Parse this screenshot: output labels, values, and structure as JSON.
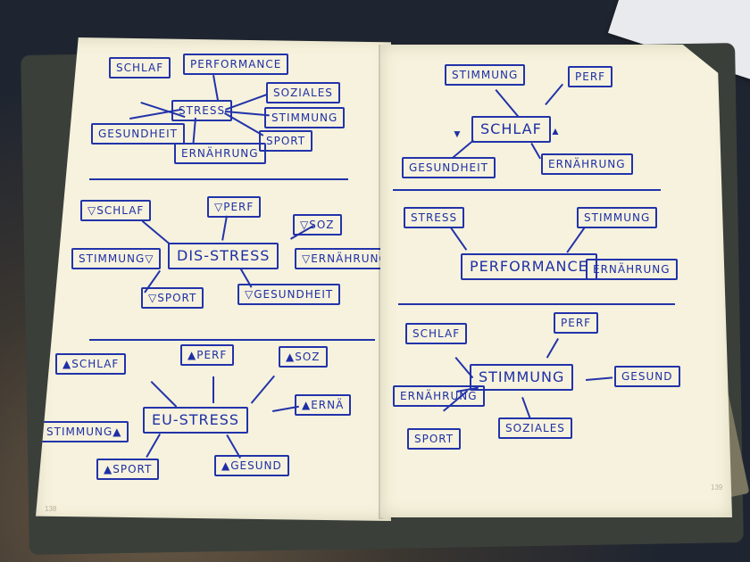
{
  "left_page": {
    "page_number": "138",
    "section1": {
      "center": "STRESS",
      "nodes": [
        "SCHLAF",
        "PERFORMANCE",
        "SOZIALES",
        "STIMMUNG",
        "SPORT",
        "ERNÄHRUNG",
        "GESUNDHEIT"
      ]
    },
    "section2": {
      "center": "DIS-STRESS",
      "nodes": [
        "▽SCHLAF",
        "▽PERF",
        "▽SOZ",
        "STIMMUNG▽",
        "▽ERNÄHRUNG",
        "▽SPORT",
        "▽GESUNDHEIT"
      ]
    },
    "section3": {
      "center": "EU-STRESS",
      "nodes": [
        "▲SCHLAF",
        "▲PERF",
        "▲SOZ",
        "▲ERNÄ",
        "STIMMUNG▲",
        "▲SPORT",
        "▲GESUND"
      ]
    }
  },
  "right_page": {
    "page_number": "139",
    "section1": {
      "center": "SCHLAF",
      "nodes": [
        "STIMMUNG",
        "PERF",
        "GESUNDHEIT",
        "ERNÄHRUNG"
      ],
      "marks": [
        "▼",
        "▲"
      ]
    },
    "section2": {
      "center": "PERFORMANCE",
      "nodes": [
        "STRESS",
        "STIMMUNG",
        "ERNÄHRUNG"
      ]
    },
    "section3": {
      "center": "STIMMUNG",
      "nodes": [
        "SCHLAF",
        "PERF",
        "GESUND",
        "ERNÄHRUNG",
        "SPORT",
        "SOZIALES"
      ]
    }
  },
  "colors": {
    "ink": "#1e2fa6",
    "paper": "#f6f2dd"
  }
}
